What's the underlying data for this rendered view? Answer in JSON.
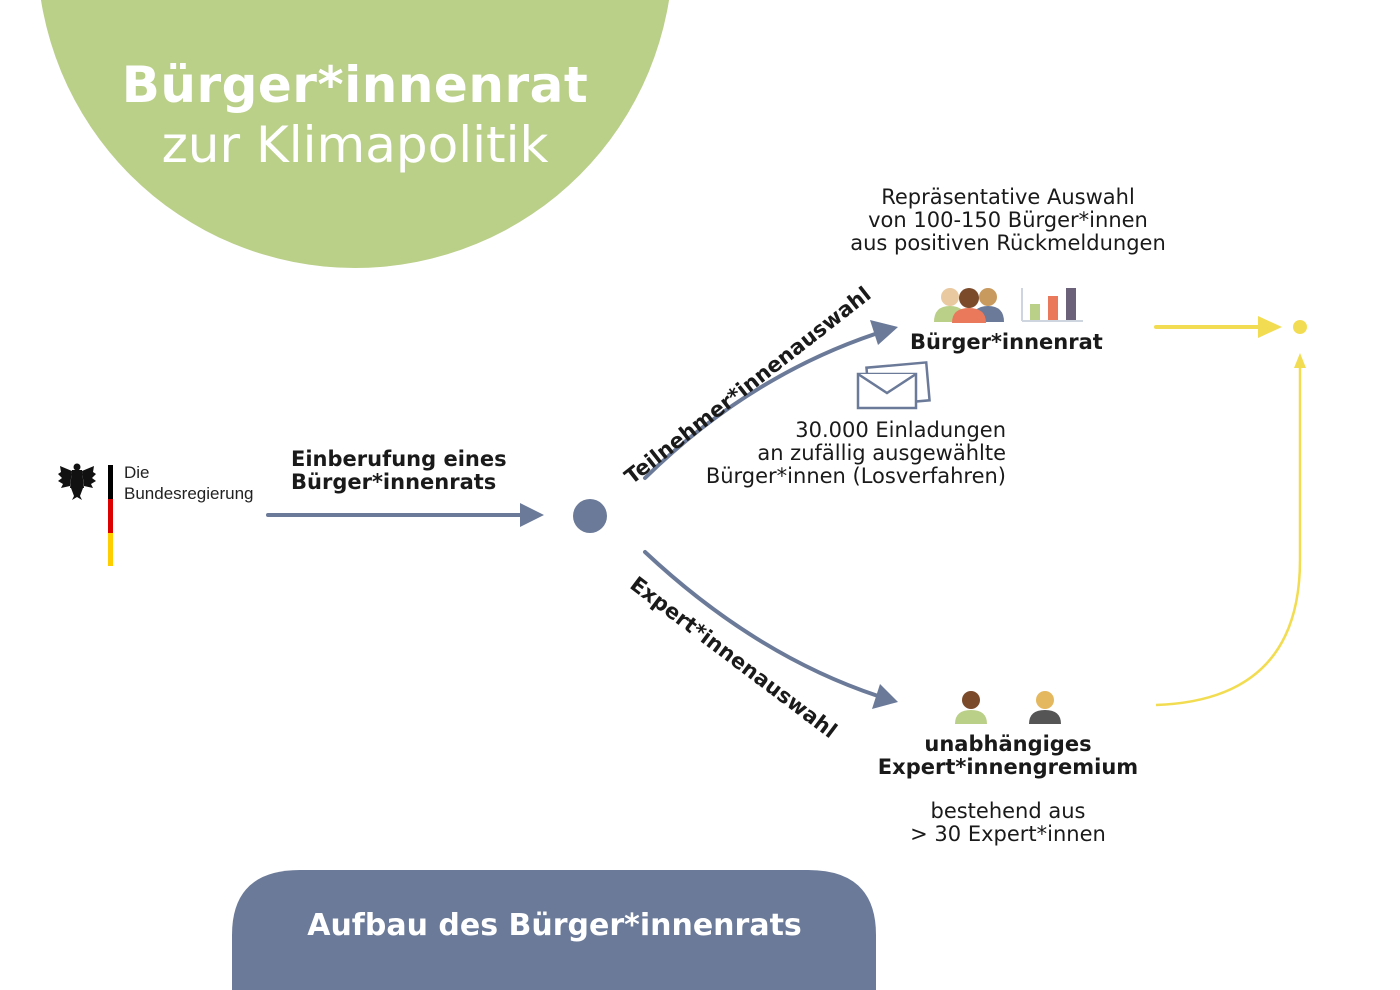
{
  "title": {
    "line1": "Bürger*innenrat",
    "line2": "zur Klimapolitik"
  },
  "government": {
    "line1": "Die",
    "line2": "Bundesregierung",
    "flag_colors": [
      "#000000",
      "#dd0000",
      "#ffce00"
    ]
  },
  "step_convene": {
    "line1": "Einberufung eines",
    "line2": "Bürger*innenrats"
  },
  "branch_participants": "Teilnehmer*innenauswahl",
  "branch_experts": "Expert*innenauswahl",
  "citizens_council": {
    "title": "Bürger*innenrat",
    "selection_line1": "Repräsentative Auswahl",
    "selection_line2": "von 100-150 Bürger*innen",
    "selection_line3": "aus positiven Rückmeldungen"
  },
  "invitations": {
    "line1": "30.000 Einladungen",
    "line2": "an zufällig ausgewählte",
    "line3": "Bürger*innen (Losverfahren)"
  },
  "expert_panel": {
    "title_line1": "unabhängiges",
    "title_line2": "Expert*innengremium",
    "desc_line1": "bestehend aus",
    "desc_line2": "> 30 Expert*innen"
  },
  "footer": "Aufbau des Bürger*innenrats",
  "icons": {
    "eagle": "federal-eagle-icon",
    "group": "people-group-icon",
    "chart": "bar-chart-icon",
    "envelope": "envelope-icon",
    "experts": "person-icon"
  },
  "colors": {
    "green_circle": "#bacf88",
    "arrow": "#6b7a98",
    "yellow_arrow": "#f2dd52",
    "footer_bg": "#6b7a98"
  }
}
